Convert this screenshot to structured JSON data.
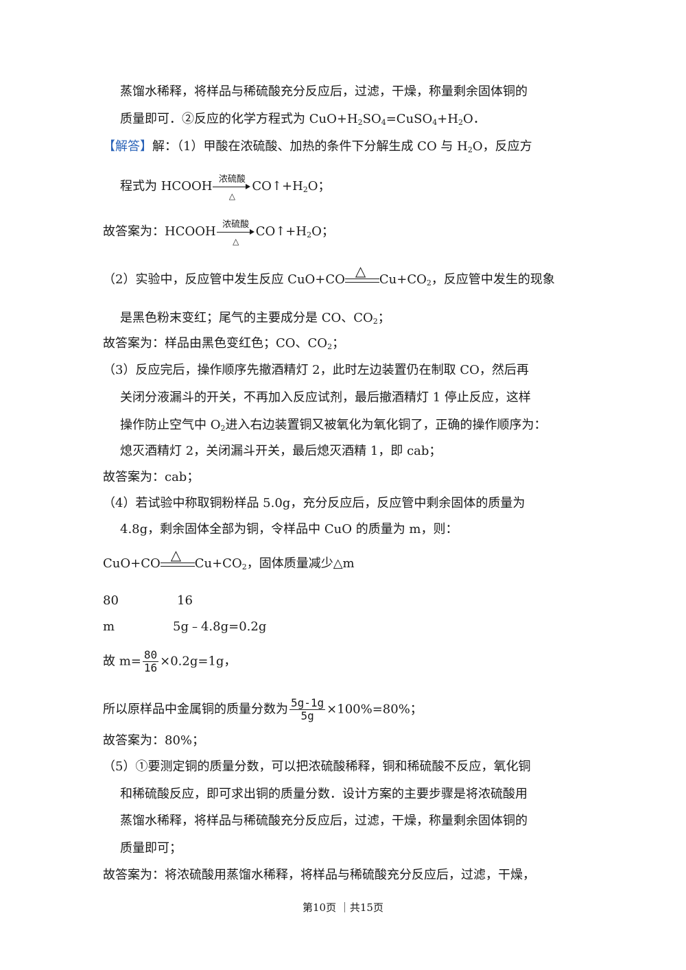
{
  "lines": {
    "l1": "蒸馏水稀释，将样品与稀硫酸充分反应后，过滤，干燥，称量剩余固体铜的",
    "l2a": "质量即可．②反应的化学方程式为 CuO+H",
    "l2b": "2",
    "l2c": "SO",
    "l2d": "4",
    "l2e": "=CuSO",
    "l2f": "4",
    "l2g": "+H",
    "l2h": "2",
    "l2i": "O．",
    "l3tag": "【解答】",
    "l3a": "解：（1）甲酸在浓硫酸、加热的条件下分解生成 CO 与 H",
    "l3b": "2",
    "l3c": "O，反应方",
    "l4a": "程式为 HCOOH",
    "l4b": "CO↑+H",
    "l4c": "2",
    "l4d": "O；",
    "l5a": "故答案为：HCOOH",
    "l5b": "CO↑+H",
    "l5c": "2",
    "l5d": "O；",
    "l6a": "（2）实验中，反应管中发生反应 CuO+CO",
    "l6b": "Cu+CO",
    "l6c": "2",
    "l6d": "，反应管中发生的现象",
    "l7a": "是黑色粉末变红；尾气的主要成分是 CO、CO",
    "l7b": "2",
    "l7c": "；",
    "l8a": "故答案为：样品由黑色变红色；CO、CO",
    "l8b": "2",
    "l8c": "；",
    "l9": "（3）反应完后，操作顺序先撤酒精灯 2，此时左边装置仍在制取 CO，然后再",
    "l10": "关闭分液漏斗的开关，不再加入反应试剂，最后撤酒精灯 1 停止反应，这样",
    "l11a": "操作防止空气中 O",
    "l11b": "2",
    "l11c": "进入右边装置铜又被氧化为氧化铜了，正确的操作顺序为：",
    "l12": "熄灭酒精灯 2，关闭漏斗开关，最后熄灭酒精 1，即 cab；",
    "l13": "故答案为：cab；",
    "l14": "（4）若试验中称取铜粉样品 5.0g，充分反应后，反应管中剩余固体的质量为",
    "l15": "4.8g，剩余固体全部为铜，令样品中 CuO 的质量为 m，则：",
    "l16a": "CuO+CO",
    "l16b": "Cu+CO",
    "l16c": "2",
    "l16d": "，固体质量减少△m",
    "l17a": "80",
    "l17b": "16",
    "l18a": "m",
    "l18b": "5g﹣4.8g=0.2g",
    "l19a": "故 m=",
    "l19b": "×0.2g=1g，",
    "l20a": "所以原样品中金属铜的质量分数为",
    "l20b": "×100%=80%；",
    "l21": "故答案为：80%；",
    "l22": "（5）①要测定铜的质量分数，可以把浓硫酸稀释，铜和稀硫酸不反应，氧化铜",
    "l23": "和稀硫酸反应，即可求出铜的质量分数．设计方案的主要步骤是将浓硫酸用",
    "l24": "蒸馏水稀释，将样品与稀硫酸充分反应后，过滤，干燥，称量剩余固体铜的",
    "l25": "质量即可；",
    "l26": "故答案为：将浓硫酸用蒸馏水稀释，将样品与稀硫酸充分反应后，过滤，干燥，"
  },
  "conditions": {
    "acid": "浓硫酸",
    "heat": "△"
  },
  "fractions": {
    "f1_num": "80",
    "f1_den": "16",
    "f2_num": "5g-1g",
    "f2_den": "5g"
  },
  "footer": "第10页 ｜共15页"
}
